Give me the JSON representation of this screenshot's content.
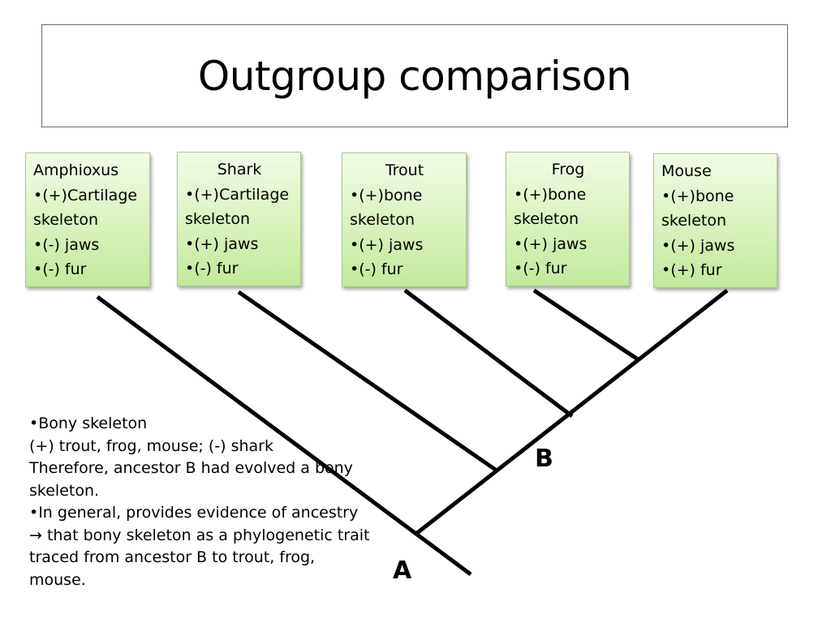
{
  "title": "Outgroup comparison",
  "taxa": [
    {
      "name": "Amphioxus",
      "traits": [
        "•(+)Cartilage skeleton",
        "•(-) jaws",
        "•(-) fur"
      ]
    },
    {
      "name": "Shark",
      "traits": [
        "•(+)Cartilage skeleton",
        "•(+) jaws",
        "•(-) fur"
      ]
    },
    {
      "name": "Trout",
      "traits": [
        "•(+)bone skeleton",
        "•(+) jaws",
        "•(-) fur"
      ]
    },
    {
      "name": "Frog",
      "traits": [
        "•(+)bone skeleton",
        "•(+) jaws",
        "•(-) fur"
      ]
    },
    {
      "name": "Mouse",
      "traits": [
        "•(+)bone skeleton",
        "•(+) jaws",
        "•(+) fur"
      ]
    }
  ],
  "nodes": {
    "a": "A",
    "b": "B"
  },
  "notes": [
    "•Bony skeleton",
    "(+) trout, frog, mouse; (-) shark",
    "Therefore, ancestor B had evolved a bony skeleton.",
    "•In general, provides evidence of ancestry → that bony skeleton as a phylogenetic trait traced from ancestor B to trout, frog, mouse."
  ],
  "colors": {
    "box_fill": "#d4f0b4",
    "box_border": "#a9c98a",
    "line": "#000000"
  }
}
